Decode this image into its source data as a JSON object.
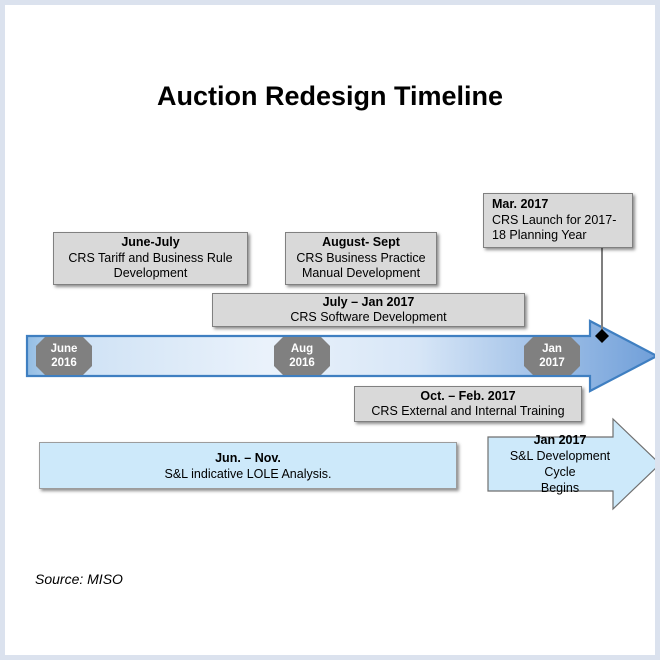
{
  "page": {
    "title": "Auction Redesign Timeline",
    "source_note": "Source: MISO",
    "frame_color": "#dbe2ee",
    "background": "#ffffff"
  },
  "theme": {
    "gray_box_fill": "#d9d9d9",
    "gray_box_border": "#808080",
    "blue_box_fill": "#cde9fa",
    "blue_box_border": "#9c9c9c",
    "arrow_border": "#3f7fc1",
    "arrow_gradient_start": "#9dc3e6",
    "arrow_gradient_mid": "#e8f1fb",
    "arrow_gradient_end": "#6f9fd8",
    "marker_fill": "#808080",
    "marker_text": "#ffffff",
    "connector_line": "#7f7f7f",
    "connector_dot": "#000000"
  },
  "callout": {
    "name": "crs-launch-callout",
    "heading": "Mar. 2017",
    "line1": "CRS Launch for 2017-",
    "line2": "18 Planning Year"
  },
  "milestones": [
    {
      "name": "june-july-box",
      "heading": "June-July",
      "line1": "CRS Tariff and Business Rule",
      "line2": "Development"
    },
    {
      "name": "august-sept-box",
      "heading": "August- Sept",
      "line1": "CRS Business Practice",
      "line2": "Manual Development"
    },
    {
      "name": "july-jan-box",
      "heading": "July – Jan 2017",
      "line1": "CRS Software Development",
      "line2": ""
    },
    {
      "name": "oct-feb-box",
      "heading": "Oct. – Feb. 2017",
      "line1": "CRS  External and Internal Training",
      "line2": ""
    }
  ],
  "timeline_markers": [
    {
      "name": "marker-june-2016",
      "month": "June",
      "year": "2016"
    },
    {
      "name": "marker-aug-2016",
      "month": "Aug",
      "year": "2016"
    },
    {
      "name": "marker-jan-2017",
      "month": "Jan",
      "year": "2017"
    }
  ],
  "blue_items": [
    {
      "name": "lole-analysis-box",
      "heading": "Jun. – Nov.",
      "line1": "S&L indicative LOLE Analysis.",
      "line2": ""
    }
  ],
  "blue_arrow": {
    "name": "sl-development-cycle-arrow",
    "heading": "Jan 2017",
    "line1": "S&L Development Cycle",
    "line2": "Begins"
  }
}
